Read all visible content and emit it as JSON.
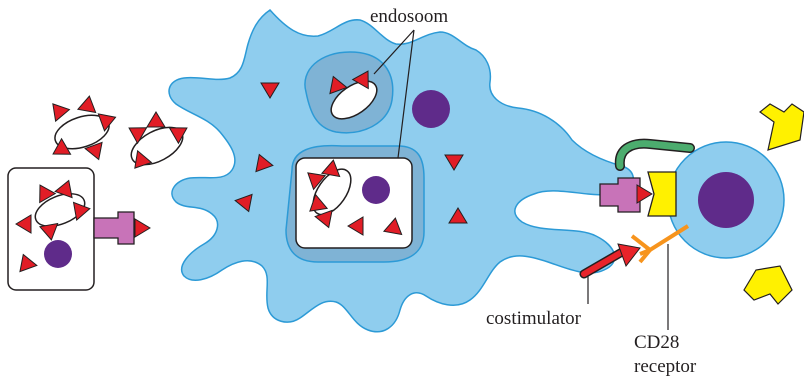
{
  "labels": {
    "endosome": "endosoom",
    "costimulator": "costimulator",
    "cd28_line1": "CD28",
    "cd28_line2": "receptor"
  },
  "colors": {
    "dendritic_cell": "#8fcdee",
    "cell_outline": "#2c9ad6",
    "endosome_fill": "#7fb3d5",
    "antigen": "#e11d26",
    "nucleus": "#5f2b8a",
    "mhc": "#c873b8",
    "tcr": "#fff100",
    "cd4": "#4cac6e",
    "costimulator": "#e8232a",
    "cd28": "#f7941d",
    "text": "#231f20"
  }
}
